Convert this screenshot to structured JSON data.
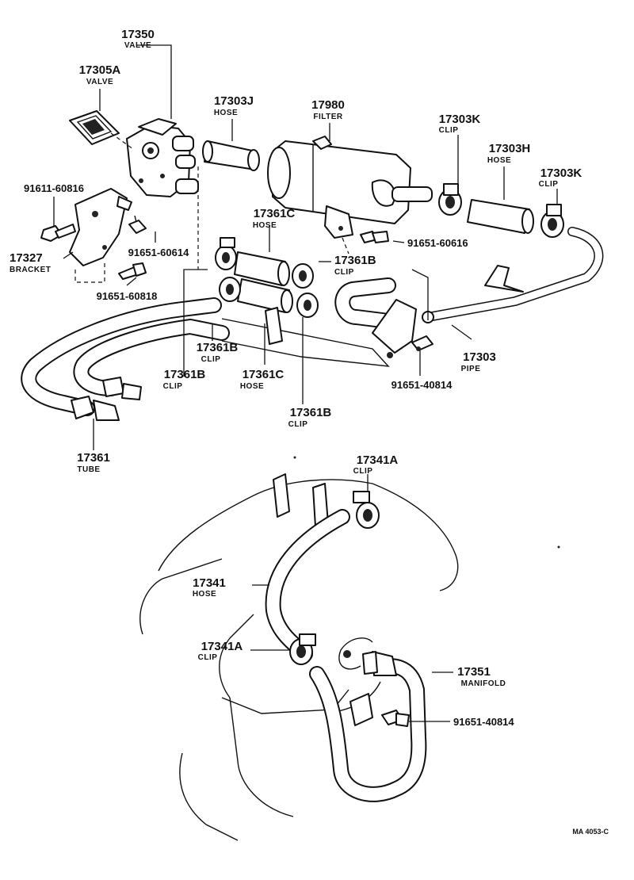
{
  "labels": {
    "l17350": {
      "num": "17350",
      "sub": "VALVE"
    },
    "l17305a": {
      "num": "17305A",
      "sub": "VALVE"
    },
    "l17303j": {
      "num": "17303J",
      "sub": "HOSE"
    },
    "l17980": {
      "num": "17980",
      "sub": "FILTER"
    },
    "l17303k_top": {
      "num": "17303K",
      "sub": "CLIP"
    },
    "l17303h": {
      "num": "17303H",
      "sub": "HOSE"
    },
    "l17303k_right": {
      "num": "17303K",
      "sub": "CLIP"
    },
    "l91611": {
      "num": "91611-60816"
    },
    "l17361c_top": {
      "num": "17361C",
      "sub": "HOSE"
    },
    "l17327": {
      "num": "17327",
      "sub": "BRACKET"
    },
    "l91651_60614": {
      "num": "91651-60614"
    },
    "l91651_60616": {
      "num": "91651-60616"
    },
    "l17361b_clip_r": {
      "num": "17361B",
      "sub": "CLIP"
    },
    "l91651_60818": {
      "num": "91651-60818"
    },
    "l17361b_mid": {
      "num": "17361B",
      "sub": "CLIP"
    },
    "l17303": {
      "num": "17303",
      "sub": "PIPE"
    },
    "l17361b_left": {
      "num": "17361B",
      "sub": "CLIP"
    },
    "l17361c_bot": {
      "num": "17361C",
      "sub": "HOSE"
    },
    "l91651_40814_top": {
      "num": "91651-40814"
    },
    "l17361b_bot": {
      "num": "17361B",
      "sub": "CLIP"
    },
    "l17361": {
      "num": "17361",
      "sub": "TUBE"
    },
    "l17341a_top": {
      "num": "17341A",
      "sub": "CLIP"
    },
    "l17341": {
      "num": "17341",
      "sub": "HOSE"
    },
    "l17341a_bot": {
      "num": "17341A",
      "sub": "CLIP"
    },
    "l17351": {
      "num": "17351",
      "sub": "MANIFOLD"
    },
    "l91651_40814_bot": {
      "num": "91651-40814"
    }
  },
  "ref_code": "MA 4053-C"
}
